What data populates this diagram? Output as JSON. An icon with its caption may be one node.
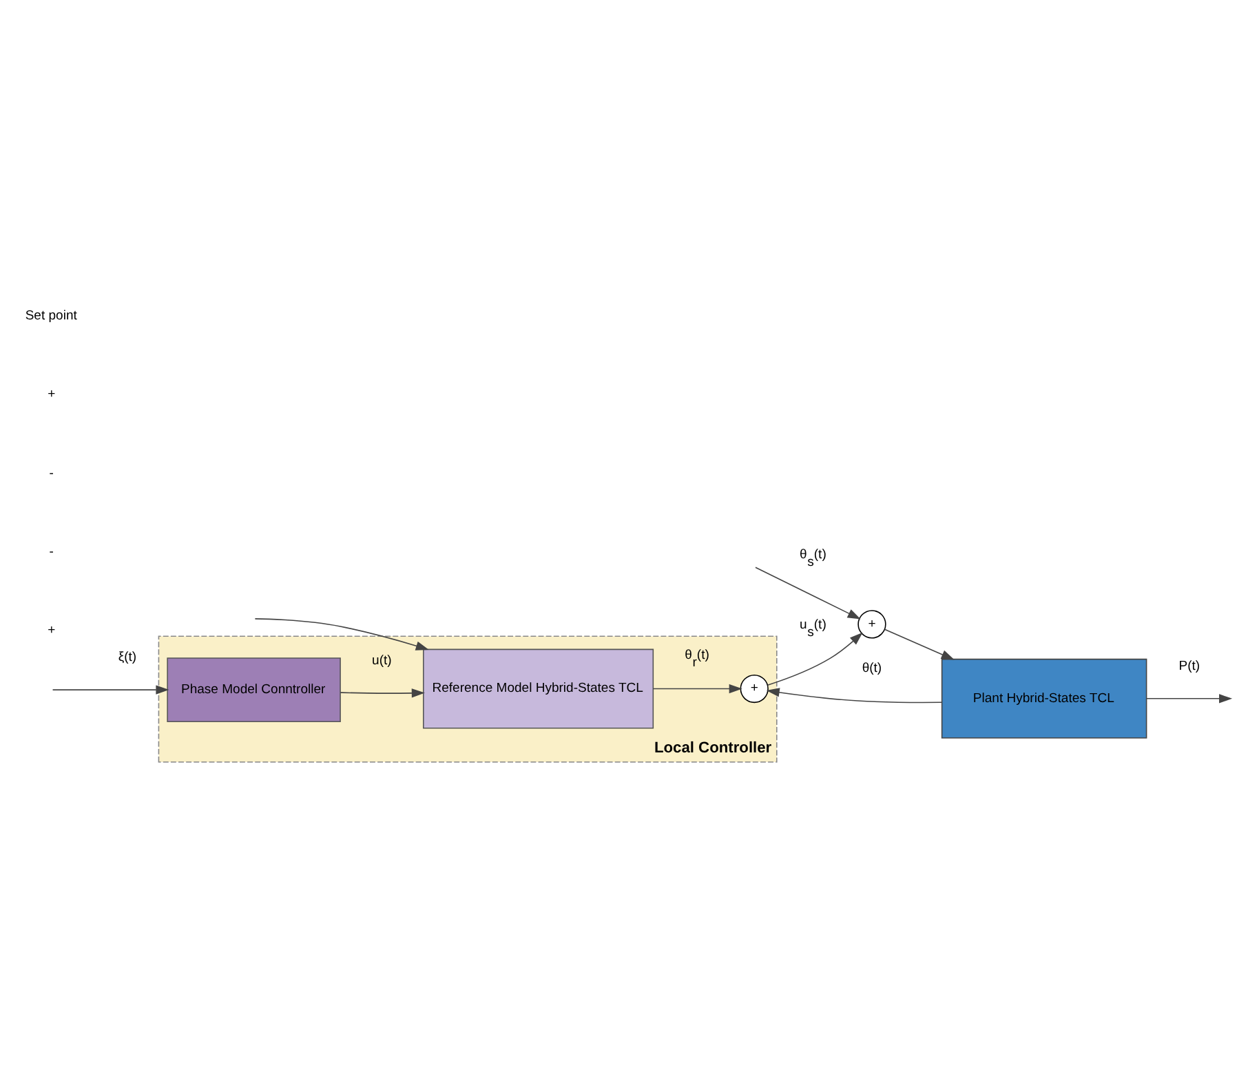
{
  "diagram": {
    "nodes": [
      {
        "text": [
          "Local Controller"
        ]
      },
      {
        "text": [
          "Phase Model Conntroller"
        ],
        "in": 0
      },
      {
        "text": [
          "Reference Model Hybrid-States TCL"
        ],
        "in": 0
      },
      {
        "text": [
          "+"
        ],
        "in": 0
      },
      {
        "text": [
          "+"
        ]
      },
      {
        "text": [
          "Plant Hybrid-States TCL"
        ]
      }
    ],
    "edges": [
      {
        "from": null,
        "to": 1,
        "arrow": "to",
        "label": "ξ(t)"
      },
      {
        "from": 1,
        "to": 2,
        "arrow": "to",
        "label": "u(t)"
      },
      {
        "from": null,
        "to": 2,
        "arrow": "to"
      },
      {
        "from": 2,
        "to": 3,
        "arrow": "to",
        "label": "θ$_{r}$(t)"
      },
      {
        "from": 5,
        "to": 3,
        "arrow": "to",
        "label": "θ(t)"
      },
      {
        "from": 3,
        "to": 4,
        "arrow": "to",
        "label": "u$_{s}$(t)"
      },
      {
        "from": null,
        "to": 4,
        "arrow": "to",
        "label": "θ$_{s}$(t)"
      },
      {
        "from": 4,
        "to": 5,
        "arrow": "to"
      },
      {
        "from": 5,
        "to": null,
        "arrow": "to",
        "label": "P(t)"
      }
    ],
    "labels": [
      "+",
      "-",
      "-",
      "+",
      "Set point"
    ]
  }
}
